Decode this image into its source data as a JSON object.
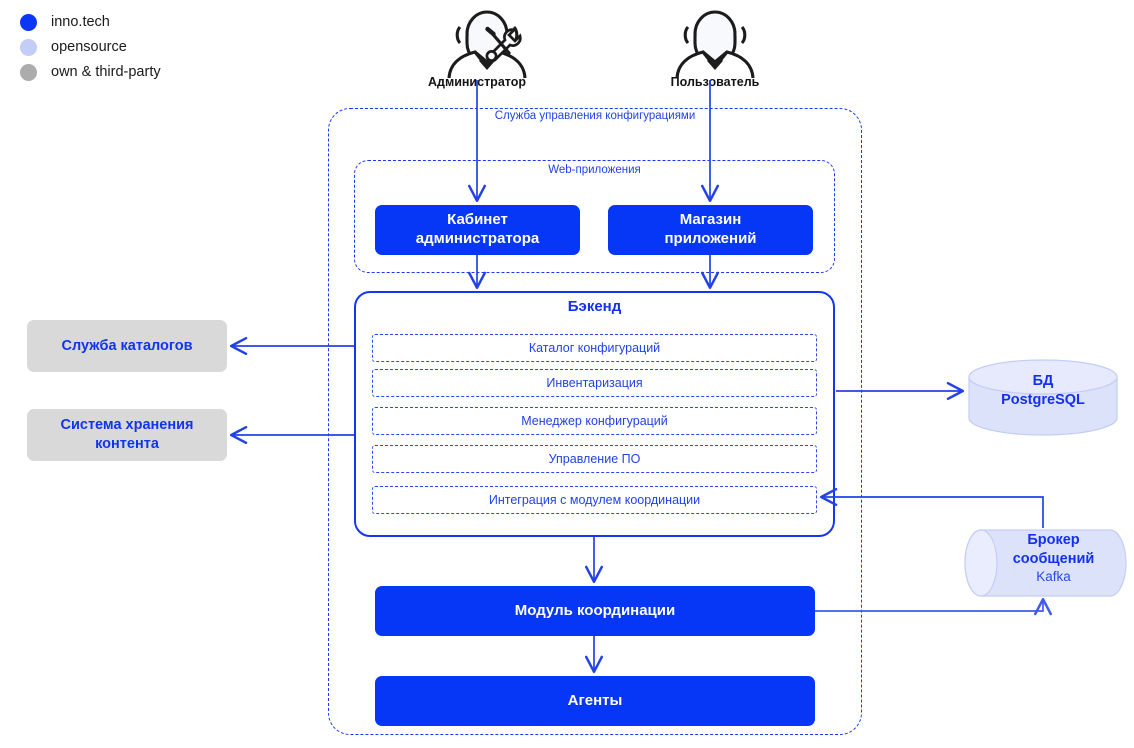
{
  "legend": {
    "items": [
      {
        "label": "inno.tech",
        "color": "#0b36f5",
        "icon": "legend-dot-icon"
      },
      {
        "label": "opensource",
        "color": "#c3cdf5",
        "icon": "legend-dot-icon"
      },
      {
        "label": "own & third-party",
        "color": "#acacac",
        "icon": "legend-dot-icon"
      }
    ]
  },
  "actors": [
    {
      "label": "Администратор",
      "icon": "admin-person-tools-icon"
    },
    {
      "label": "Пользователь",
      "icon": "user-person-icon"
    }
  ],
  "service_container": {
    "title": "Служба управления конфигурациями"
  },
  "web_apps": {
    "title": "Web-приложения",
    "boxes": [
      {
        "label": "Кабинет администратора",
        "line1": "Кабинет",
        "line2": "администратора"
      },
      {
        "label": "Магазин приложений",
        "line1": "Магазин",
        "line2": "приложений"
      }
    ]
  },
  "backend": {
    "title": "Бэкенд",
    "modules": [
      "Каталог конфигураций",
      "Инвентаризация",
      "Менеджер конфигураций",
      "Управление ПО",
      "Интеграция с модулем координации"
    ]
  },
  "bottom_boxes": [
    {
      "label": "Модуль координации"
    },
    {
      "label": "Агенты"
    }
  ],
  "external_left": [
    {
      "label": "Служба каталогов",
      "line1": "Служба каталогов",
      "line2": ""
    },
    {
      "label": "Система хранения контента",
      "line1": "Система хранения",
      "line2": "контента"
    }
  ],
  "external_right": [
    {
      "name": "database",
      "line1": "БД",
      "line2": "PostgreSQL",
      "sub": "",
      "shape": "cylinder-vertical",
      "fill": "#dde2fb"
    },
    {
      "name": "message-broker",
      "line1": "Брокер",
      "line2": "сообщений",
      "sub": "Kafka",
      "shape": "cylinder-horizontal",
      "fill": "#dde2fb"
    }
  ],
  "colors": {
    "primary_blue": "#0637f7",
    "line_blue": "#2242e8",
    "dash_blue": "#1a39f0",
    "gray": "#d9d9d9",
    "lavender": "#dde2fb",
    "text_dark": "#141414"
  }
}
